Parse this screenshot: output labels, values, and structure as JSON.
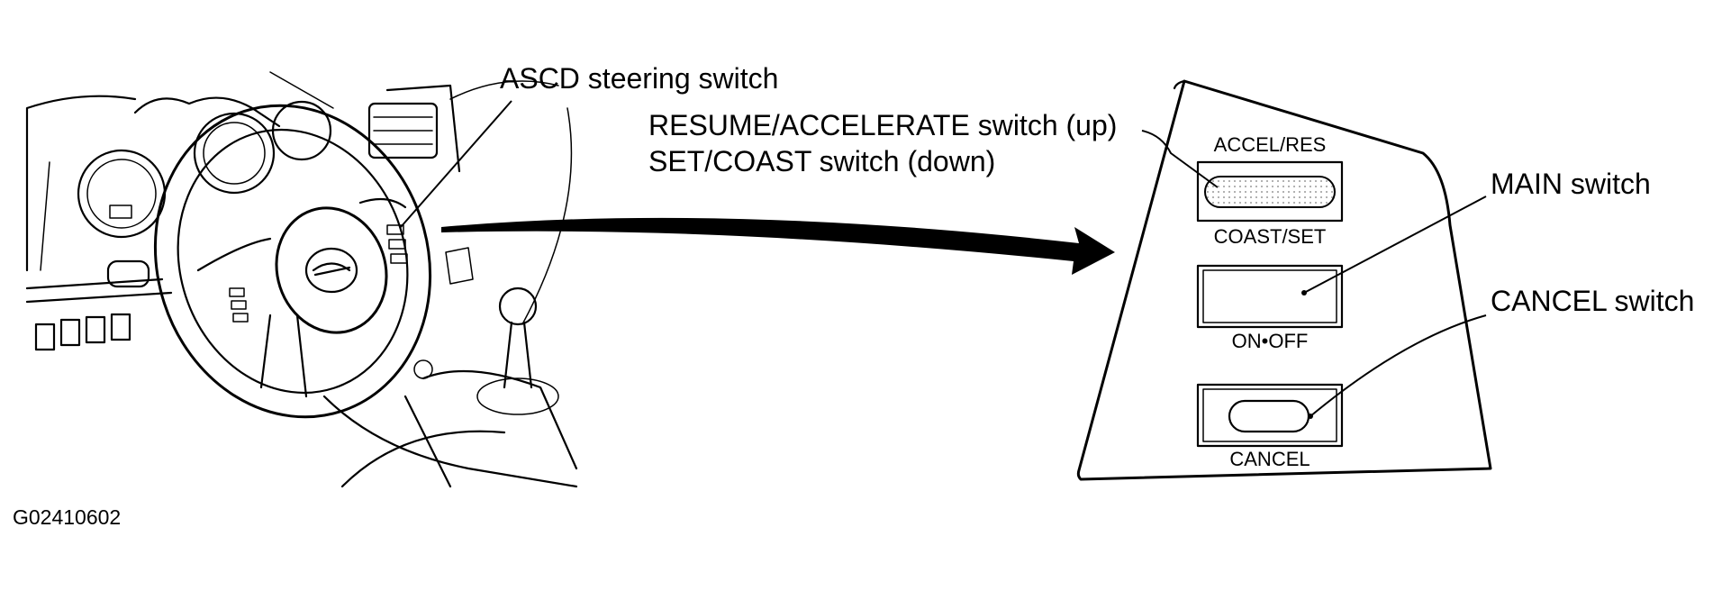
{
  "callouts": {
    "ascd_steering_switch": "ASCD steering switch",
    "resume_accelerate": "RESUME/ACCELERATE switch (up)",
    "set_coast": "SET/COAST switch (down)",
    "main_switch": "MAIN switch",
    "cancel_switch": "CANCEL switch"
  },
  "panel_labels": {
    "accel_res": "ACCEL/RES",
    "coast_set": "COAST/SET",
    "on_off": "ON•OFF",
    "cancel": "CANCEL"
  },
  "figure_id": "G02410602",
  "colors": {
    "line": "#000000",
    "background": "#ffffff",
    "dot_fill": "#9a9a9a"
  },
  "icons": {
    "steering_wheel": "steering-wheel-illustration",
    "switch_panel": "asc-switch-panel-illustration",
    "arrow": "curved-arrow-icon"
  }
}
